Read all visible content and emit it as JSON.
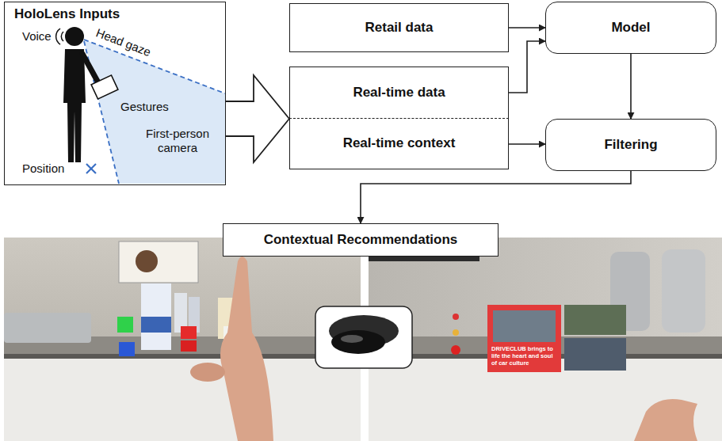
{
  "diagram": {
    "nodes": [
      {
        "text": [
          "HoloLens Inputs"
        ]
      },
      {
        "text": [
          "Retail data"
        ]
      },
      {
        "text": [
          "Real-time data"
        ]
      },
      {
        "text": [
          "Real-time context"
        ]
      },
      {
        "text": [
          "Model"
        ]
      },
      {
        "text": [
          "Filtering"
        ]
      },
      {
        "text": [
          "Contextual Recommendations"
        ]
      }
    ],
    "edges": [
      {
        "from": 0,
        "to": 2,
        "arrow": "to"
      },
      {
        "from": 0,
        "to": 3,
        "arrow": "to"
      },
      {
        "from": 1,
        "to": 4,
        "arrow": "to"
      },
      {
        "from": 2,
        "to": 4,
        "arrow": "to"
      },
      {
        "from": 3,
        "to": 5,
        "arrow": "to"
      },
      {
        "from": 4,
        "to": 5,
        "arrow": "to"
      },
      {
        "from": 5,
        "to": 6,
        "arrow": "to"
      }
    ],
    "labels": [
      "Voice",
      "Head gaze",
      "Gestures",
      "First-person camera",
      "Position",
      "DRIVECLUB brings to life the heart and soul of car culture"
    ]
  }
}
